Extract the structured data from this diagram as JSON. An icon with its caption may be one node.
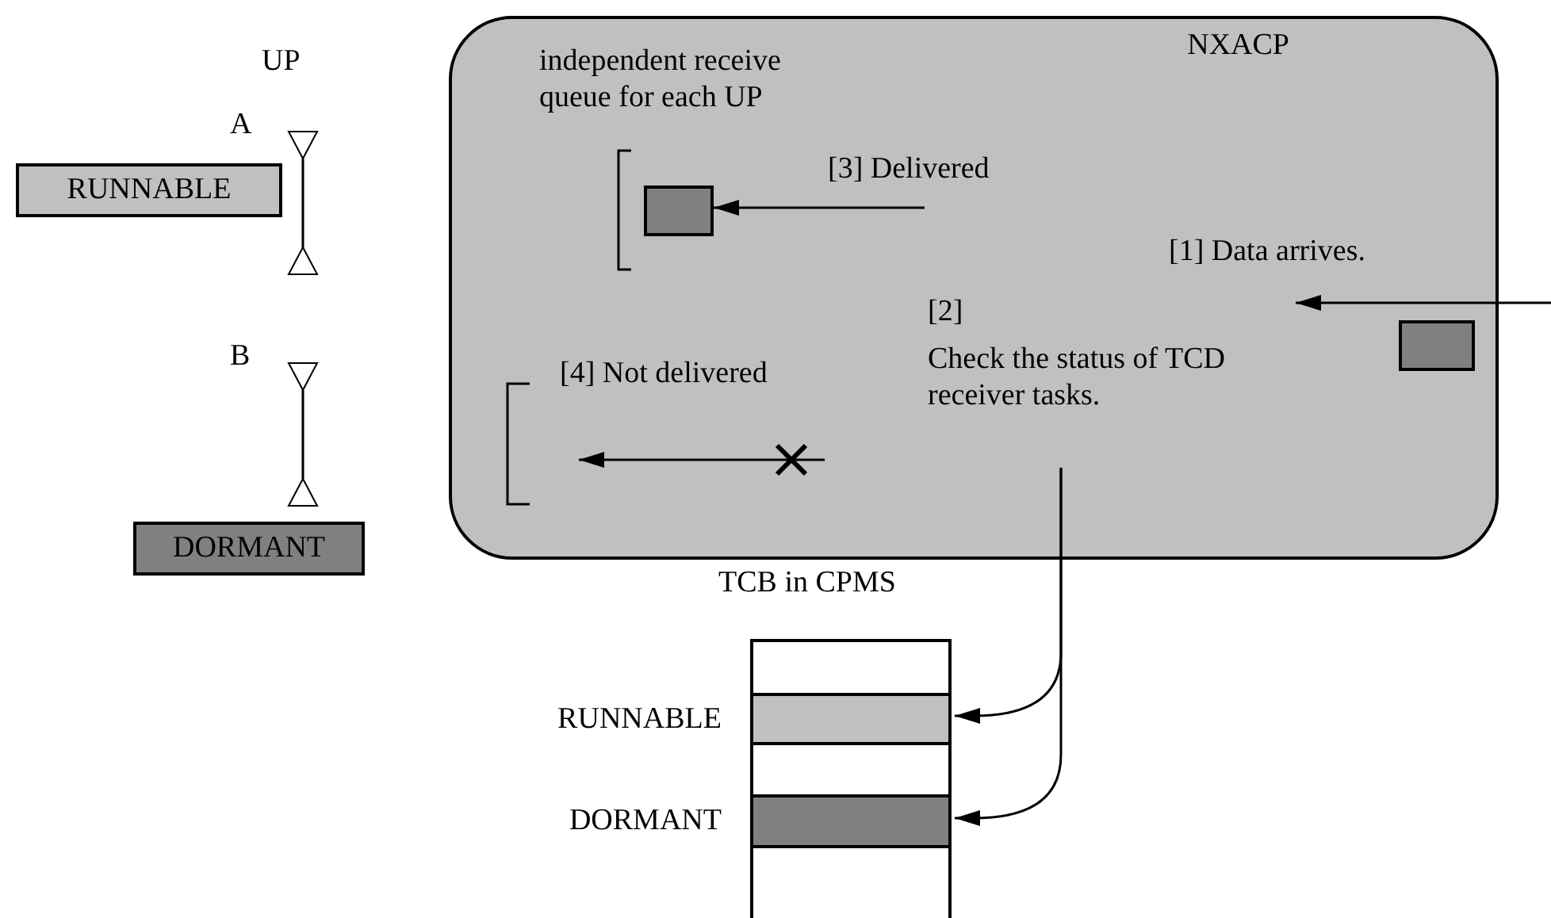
{
  "diagram": {
    "nodes": [
      {
        "text": [
          "RUNNABLE"
        ]
      },
      {
        "text": [
          "DORMANT"
        ]
      },
      {
        "text": [
          "NXACP"
        ]
      },
      {
        "text": [],
        "shape": "box",
        "in": 2
      },
      {
        "text": [
          "[2]",
          "Check the status of TCD receiver tasks."
        ],
        "in": 2
      },
      {
        "text": [],
        "shape": "box",
        "in": 2
      },
      {
        "text": [
          "TCB in CPMS"
        ]
      },
      {
        "text": [],
        "shape": "bar",
        "in": 6,
        "beside": [
          "RUNNABLE"
        ]
      },
      {
        "text": [],
        "shape": "bar",
        "in": 6,
        "beside": [
          "DORMANT"
        ]
      }
    ],
    "edges": [
      {
        "from": null,
        "to": 3,
        "arrow": "to",
        "label": "[3] Delivered"
      },
      {
        "from": 4,
        "to": 7,
        "arrow": "to"
      },
      {
        "from": 4,
        "to": 8,
        "arrow": "to"
      }
    ],
    "labels": [
      "UP",
      "A",
      "B",
      "independent receive queue for each UP",
      "[1] Data arrives.",
      "[4] Not delivered"
    ]
  }
}
